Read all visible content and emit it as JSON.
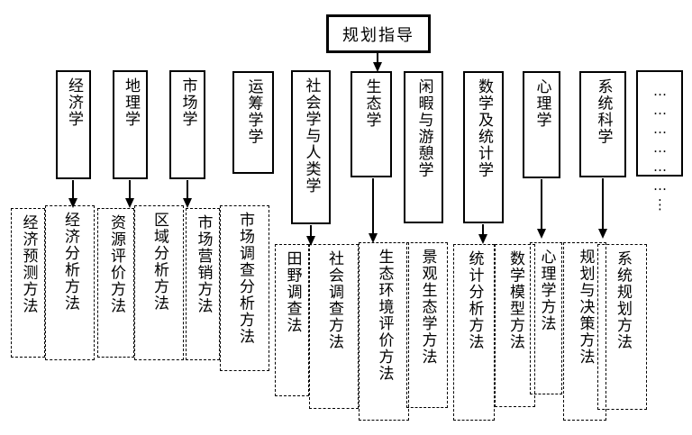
{
  "diagram": {
    "root": {
      "label": "规划指导"
    },
    "disciplines": [
      {
        "label": "经济学"
      },
      {
        "label": "地理学"
      },
      {
        "label": "市场学"
      },
      {
        "label": "运筹学学"
      },
      {
        "label": "社会学与人类学"
      },
      {
        "label": "生态学"
      },
      {
        "label": "闲暇与游憩学"
      },
      {
        "label": "数学及统计学"
      },
      {
        "label": "心理学"
      },
      {
        "label": "系统科学"
      },
      {
        "label": "………………⋮"
      }
    ],
    "methods": [
      {
        "label": "经济预测方法"
      },
      {
        "label": "经济分析方法"
      },
      {
        "label": "资源评价方法"
      },
      {
        "label": "区域分析方法"
      },
      {
        "label": "市场营销方法"
      },
      {
        "label": "市场调查分析方法"
      },
      {
        "label": "田野调查法"
      },
      {
        "label": "社会调查方法"
      },
      {
        "label": "生态环境评价方法"
      },
      {
        "label": "景观生态学方法"
      },
      {
        "label": "统计分析方法"
      },
      {
        "label": "数学模型方法"
      },
      {
        "label": "心理学方法"
      },
      {
        "label": "规划与决策方法"
      },
      {
        "label": "系统规划方法"
      }
    ],
    "colors": {
      "line": "#000000",
      "background": "#ffffff"
    }
  }
}
